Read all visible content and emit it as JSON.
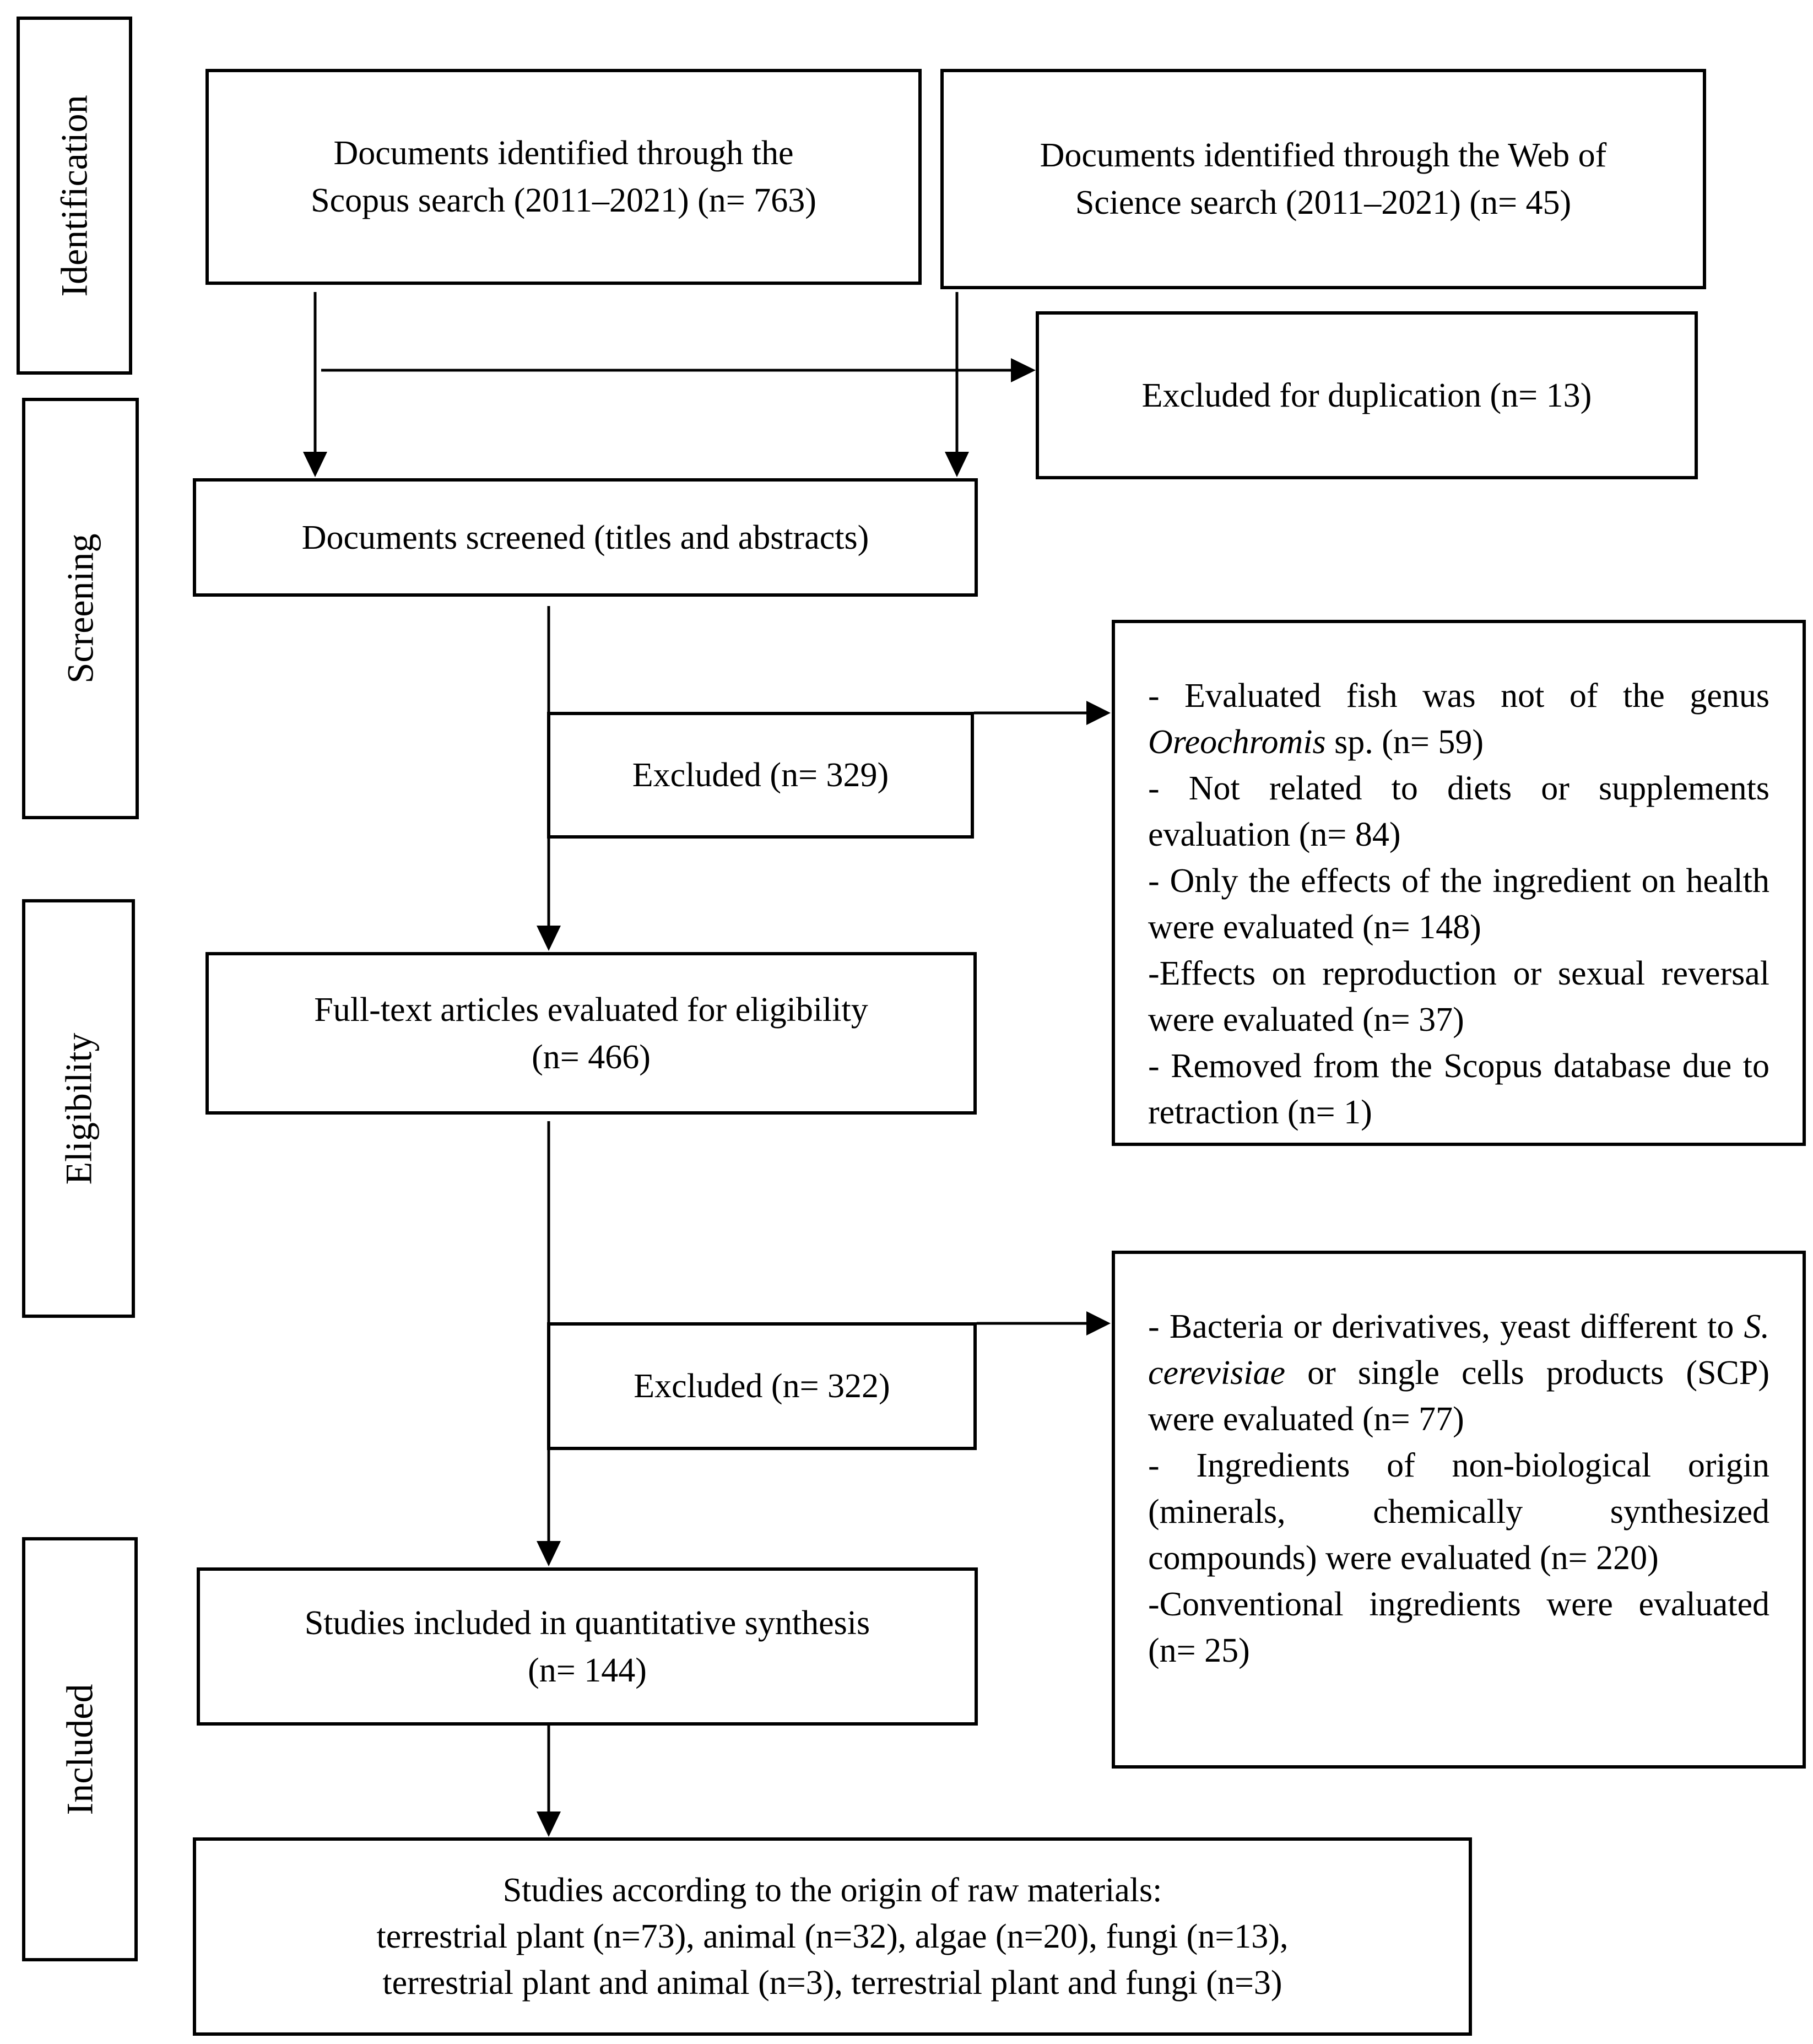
{
  "stages": {
    "identification": "Identification",
    "screening": "Screening",
    "eligibility": "Eligibility",
    "included": "Included"
  },
  "boxes": {
    "scopus": {
      "line1": "Documents identified through the",
      "line2": "Scopus search (2011–2021) (n= 763)"
    },
    "wos": {
      "line1": "Documents identified through the Web of",
      "line2": "Science search (2011–2021) (n= 45)"
    },
    "duplication": "Excluded for duplication (n= 13)",
    "screened": "Documents screened (titles and abstracts)",
    "excluded_screening": "Excluded (n= 329)",
    "fulltext": {
      "line1": "Full-text articles evaluated for eligibility",
      "line2": "(n= 466)"
    },
    "excluded_eligibility": "Excluded (n= 322)",
    "included_quant": {
      "line1": "Studies included in quantitative synthesis",
      "line2": "(n= 144)"
    },
    "origin": {
      "line1": "Studies according to the origin of raw materials:",
      "line2": "terrestrial plant (n=73), animal (n=32), algae (n=20), fungi (n=13),",
      "line3": "terrestrial plant and animal (n=3), terrestrial plant and fungi (n=3)"
    }
  },
  "screening_exclusions": {
    "item1_pre": "- Evaluated fish was not of the genus",
    "item1_italic": "Oreochromis",
    "item1_post": " sp. (n= 59)",
    "item2": "- Not related to diets or supplements evaluation (n= 84)",
    "item3": "- Only the effects of the ingredient on health were evaluated (n= 148)",
    "item4": "-Effects on reproduction or sexual reversal were evaluated (n= 37)",
    "item5": "- Removed from the Scopus database due to retraction (n= 1)"
  },
  "eligibility_exclusions": {
    "item1_pre": "- Bacteria or derivatives, yeast different to ",
    "item1_italic": "S. cerevisiae",
    "item1_post": " or single cells products (SCP) were evaluated (n= 77)",
    "item2": "- Ingredients of non-biological origin (minerals, chemically synthesized compounds) were evaluated (n= 220)",
    "item3": "-Conventional ingredients were evaluated (n= 25)"
  }
}
